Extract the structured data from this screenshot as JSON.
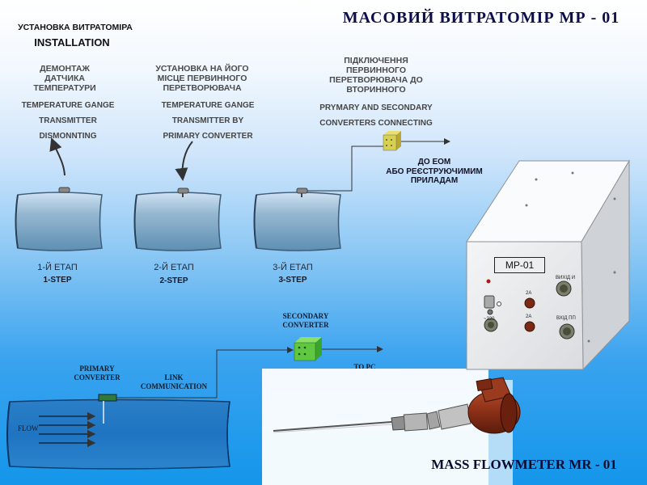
{
  "title": "МАСОВИЙ ВИТРАТОМІР МР - 01",
  "title_bottom": "MASS FLOWMETER MR - 01",
  "installation": {
    "ua": "УСТАНОВКА ВИТРАТОМІРА",
    "en": "INSTALLATION"
  },
  "stage1": {
    "ua": [
      "ДЕМОНТАЖ",
      "ДАТЧИКА",
      "ТЕМПЕРАТУРИ"
    ],
    "en": [
      "TEMPERATURE GANGE",
      "TRANSMITTER",
      "DISMONNTING"
    ],
    "step_ua": "1-Й ЕТАП",
    "step_en": "1-STEP"
  },
  "stage2": {
    "ua": [
      "УСТАНОВКА НА ЙОГО",
      "МІСЦЕ ПЕРВИННОГО",
      "ПЕРЕТВОРЮВАЧА"
    ],
    "en": [
      "TEMPERATURE GANGE",
      "TRANSMITTER BY",
      "PRIMARY CONVERTER"
    ],
    "step_ua": "2-Й ЕТАП",
    "step_en": "2-STEP"
  },
  "stage3": {
    "ua": [
      "ПІДКЛЮЧЕННЯ",
      "ПЕРВИННОГО",
      "ПЕРЕТВОРЮВАЧА ДО",
      "ВТОРИННОГО"
    ],
    "en": [
      "PRYMARY AND SECONDARY",
      "CONVERTERS CONNECTING"
    ],
    "step_ua": "3-Й ЕТАП",
    "step_en": "3-STEP"
  },
  "to_computer_ua": [
    "ДО ЕОМ",
    "АБО РЕЄСТРУЮЧИМИМ",
    "ПРИЛАДАМ"
  ],
  "diagram": {
    "secondary_converter": [
      "SECONDARY",
      "CONVERTER"
    ],
    "primary_converter": [
      "PRIMARY",
      "CONVERTER"
    ],
    "link": [
      "LINK",
      "COMMUNICATION"
    ],
    "flow": "FLOW",
    "to_pc": "TO PC"
  },
  "device": {
    "name": "MP-01",
    "out_label": "ВИХІД И",
    "in_label": "ВХІД ПП",
    "fuse_label": "2A",
    "power_label": "~220"
  },
  "colors": {
    "converter": "#6fcf3f",
    "pipe_top": "#cfe2f3",
    "pipe_mid": "#7ea7c4",
    "background_bottom": "#1496ea"
  }
}
